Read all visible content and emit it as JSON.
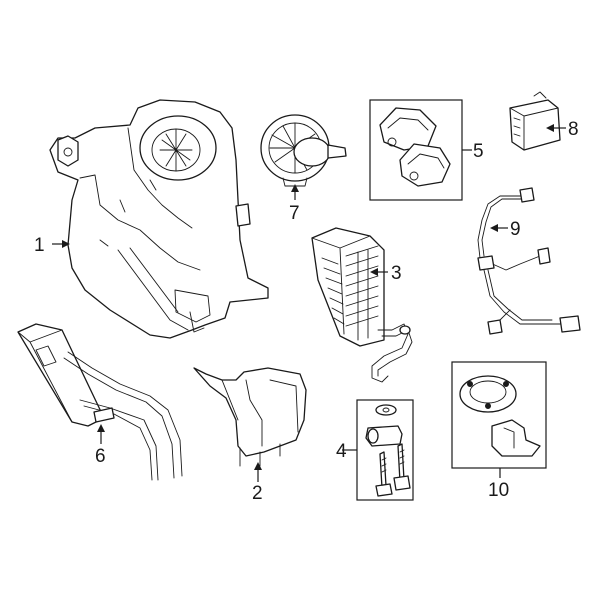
{
  "colors": {
    "line": "#1a1a1a",
    "background": "#ffffff"
  },
  "callouts": [
    {
      "id": "1",
      "label": "1"
    },
    {
      "id": "2",
      "label": "2"
    },
    {
      "id": "3",
      "label": "3"
    },
    {
      "id": "4",
      "label": "4"
    },
    {
      "id": "5",
      "label": "5"
    },
    {
      "id": "6",
      "label": "6"
    },
    {
      "id": "7",
      "label": "7"
    },
    {
      "id": "8",
      "label": "8"
    },
    {
      "id": "9",
      "label": "9"
    },
    {
      "id": "10",
      "label": "10"
    }
  ]
}
